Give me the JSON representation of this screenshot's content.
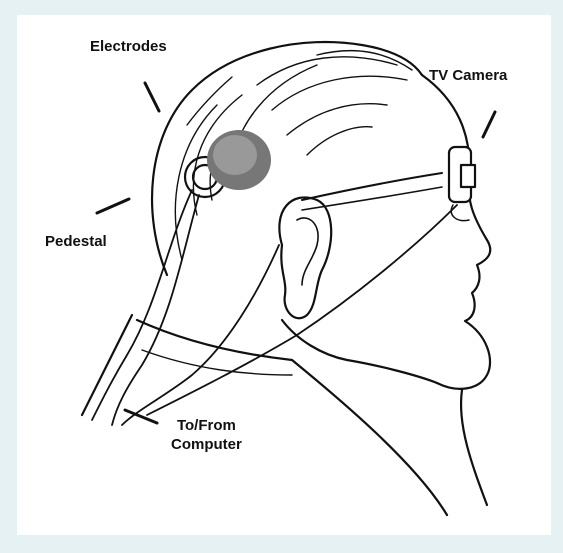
{
  "diagram": {
    "labels": {
      "electrodes": "Electrodes",
      "tv_camera": "TV Camera",
      "pedestal": "Pedestal",
      "to_from_line1": "To/From",
      "to_from_line2": "Computer"
    },
    "colors": {
      "background": "#e6f1f4",
      "panel": "#ffffff",
      "ink": "#111111"
    }
  }
}
